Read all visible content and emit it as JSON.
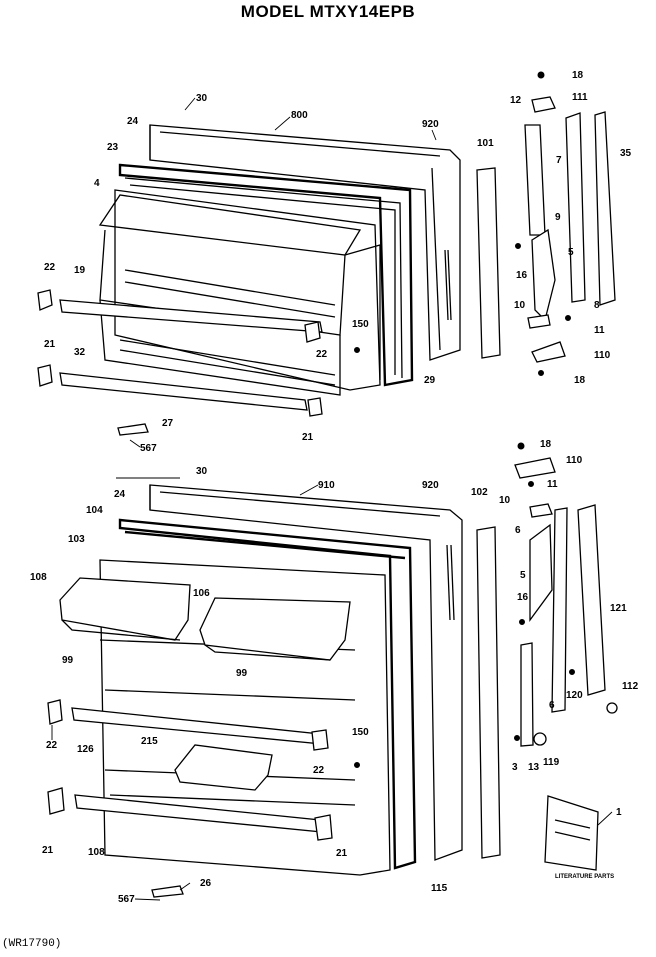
{
  "title": "MODEL MTXY14EPB",
  "reference_code": "(WR17790)",
  "literature_label": "LITERATURE PARTS",
  "callouts": {
    "top": [
      "30",
      "800",
      "920",
      "18",
      "111",
      "12",
      "24",
      "23",
      "101",
      "7",
      "35",
      "4",
      "9",
      "5",
      "16",
      "22",
      "19",
      "150",
      "10",
      "8",
      "11",
      "21",
      "32",
      "22",
      "29",
      "110",
      "18",
      "27",
      "567",
      "21"
    ],
    "bottom": [
      "30",
      "910",
      "920",
      "102",
      "18",
      "110",
      "11",
      "24",
      "10",
      "104",
      "6",
      "103",
      "5",
      "108",
      "106",
      "16",
      "121",
      "99",
      "99",
      "112",
      "120",
      "6",
      "22",
      "126",
      "215",
      "150",
      "22",
      "3",
      "13",
      "119",
      "1",
      "21",
      "108",
      "21",
      "115",
      "26",
      "567"
    ]
  }
}
